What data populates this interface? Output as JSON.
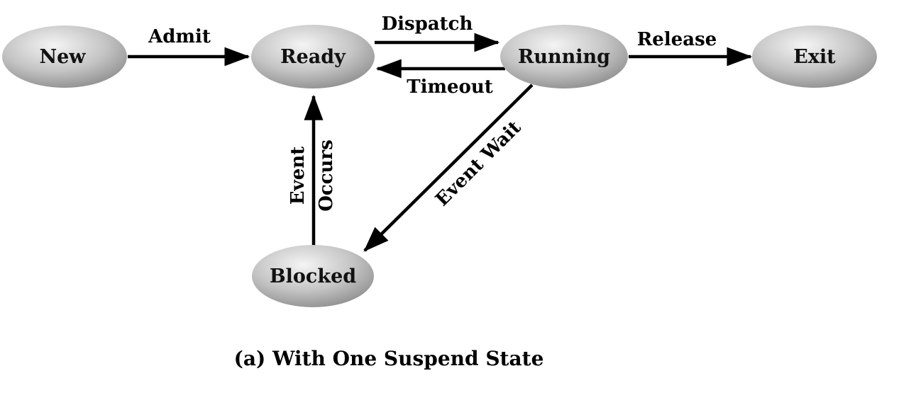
{
  "states": {
    "new": "New",
    "ready": "Ready",
    "running": "Running",
    "exit": "Exit",
    "blocked": "Blocked"
  },
  "transitions": {
    "admit": "Admit",
    "dispatch": "Dispatch",
    "timeout": "Timeout",
    "release": "Release",
    "event_wait": "Event Wait",
    "event_occurs_line1": "Event",
    "event_occurs_line2": "Occurs"
  },
  "caption": "(a) With One Suspend State",
  "colors": {
    "state_fill_light": "#f4f4f4",
    "state_fill_dark": "#8a8a8a",
    "line": "#000000"
  }
}
